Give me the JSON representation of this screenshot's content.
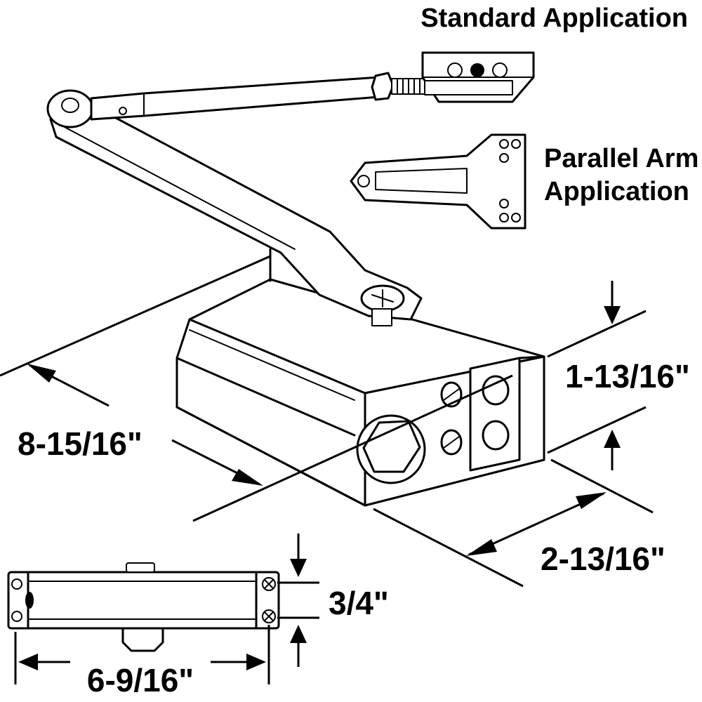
{
  "labels": {
    "standard_application": "Standard Application",
    "parallel_arm_line1": "Parallel Arm",
    "parallel_arm_line2": "Application"
  },
  "dimensions": {
    "length": "8-15/16\"",
    "height": "1-13/16\"",
    "depth": "2-13/16\"",
    "thickness": "3/4\"",
    "bracket_width": "6-9/16\""
  }
}
